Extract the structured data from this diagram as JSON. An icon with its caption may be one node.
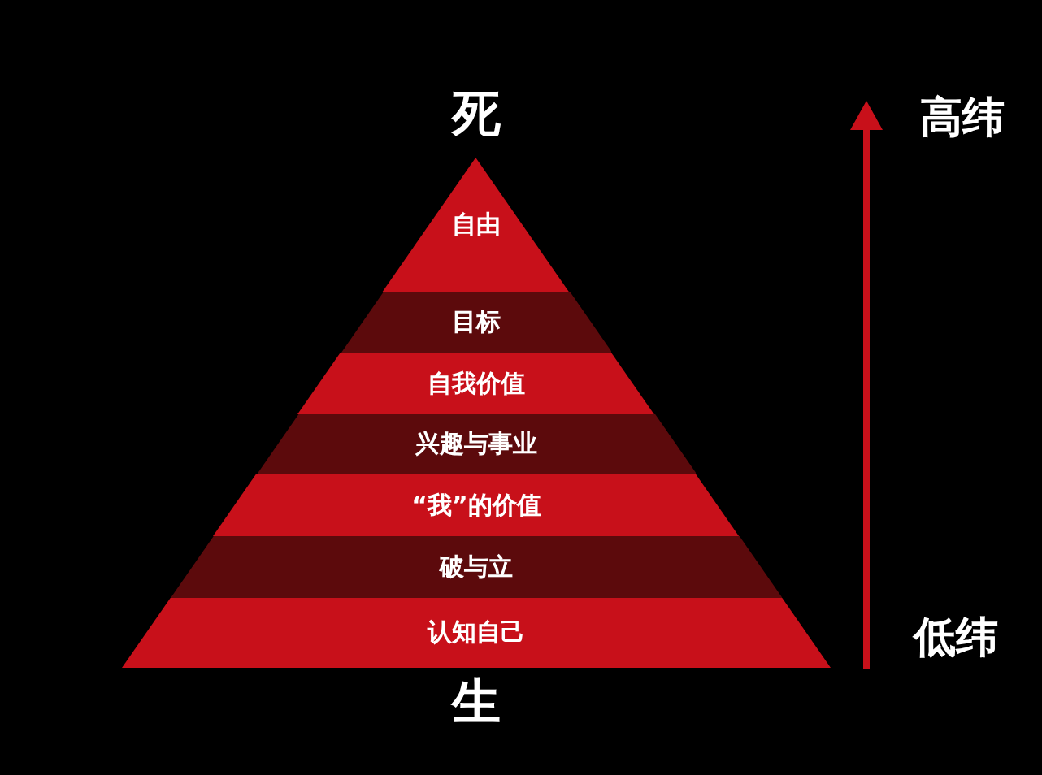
{
  "diagram": {
    "nodes": [
      {
        "text": [
          "自由"
        ]
      },
      {
        "text": [
          "目标"
        ]
      },
      {
        "text": [
          "自我价值"
        ]
      },
      {
        "text": [
          "兴趣与事业"
        ]
      },
      {
        "text": [
          "“我”的价值"
        ]
      },
      {
        "text": [
          "破与立"
        ]
      },
      {
        "text": [
          "认知自己"
        ]
      }
    ],
    "labels": [
      "死",
      "高纬",
      "低纬",
      "生"
    ]
  }
}
